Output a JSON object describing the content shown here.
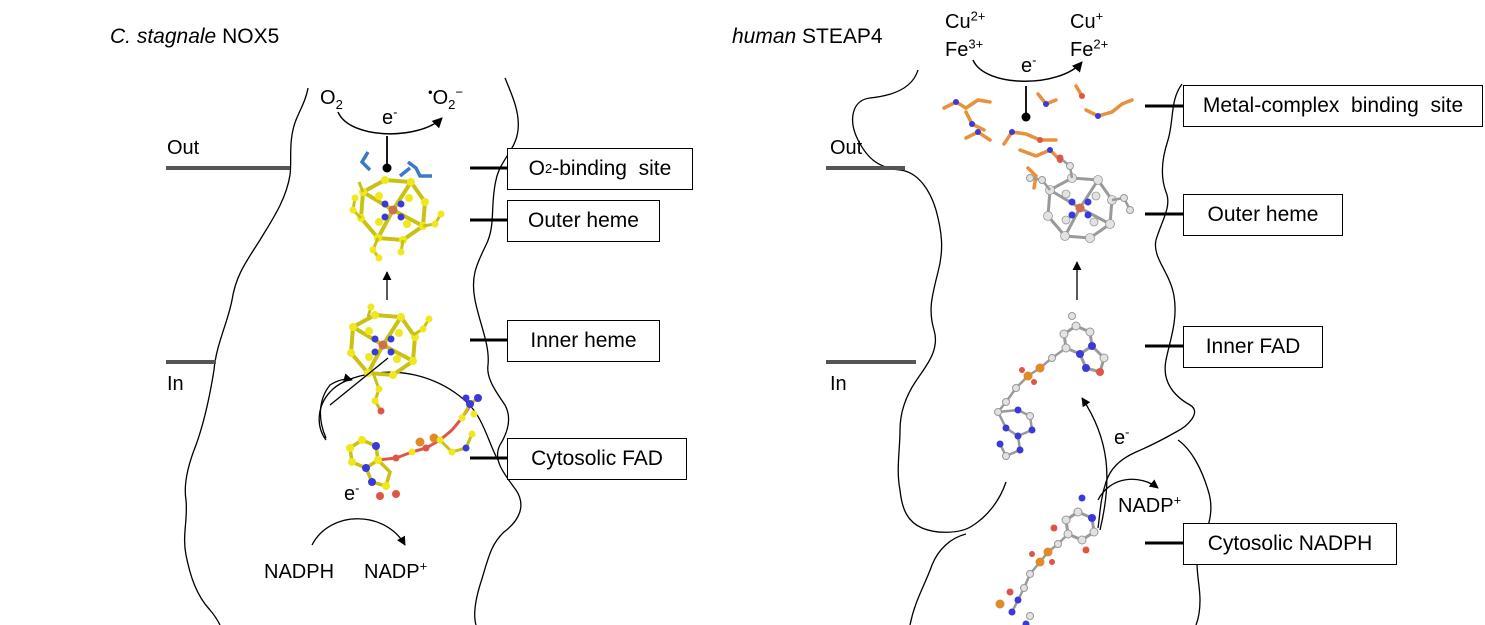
{
  "left_panel": {
    "title_italic": "C. stagnale",
    "title_rest": " NOX5",
    "membrane_out": "Out",
    "membrane_in": "In",
    "oxygen": {
      "main": "O",
      "sub": "2"
    },
    "superoxide": {
      "radical": "•",
      "main": "O",
      "sub": "2",
      "sup": "−"
    },
    "electron_top": {
      "main": "e",
      "sup": "-"
    },
    "electron_bottom": {
      "main": "e",
      "sup": "-"
    },
    "nadph": "NADPH",
    "nadp": {
      "main": "NADP",
      "sup": "+"
    },
    "labels": {
      "o2_site": {
        "pre": "O",
        "sub": "2",
        "post": "-binding  site"
      },
      "outer_heme": "Outer heme",
      "inner_heme": "Inner heme",
      "cytosolic_fad": "Cytosolic FAD"
    }
  },
  "right_panel": {
    "title_italic": "human",
    "title_rest": " STEAP4",
    "membrane_out": "Out",
    "membrane_in": "In",
    "cu2": {
      "main": "Cu",
      "sup": "2+"
    },
    "fe3": {
      "main": "Fe",
      "sup": "3+"
    },
    "cu1": {
      "main": "Cu",
      "sup": "+"
    },
    "fe2": {
      "main": "Fe",
      "sup": "2+"
    },
    "electron_top": {
      "main": "e",
      "sup": "-"
    },
    "electron_mid": {
      "main": "e",
      "sup": "-"
    },
    "nadp": {
      "main": "NADP",
      "sup": "+"
    },
    "labels": {
      "metal_site": "Metal-complex  binding  site",
      "outer_heme": "Outer heme",
      "inner_fad": "Inner FAD",
      "cytosolic_nadph": "Cytosolic NADPH"
    }
  },
  "colors": {
    "nox_carbon": "#f0e81e",
    "steap_carbon": "#d4d4d4",
    "nitrogen": "#3a3ad8",
    "oxygen_atom": "#e05545",
    "phosphorus": "#e08a2a",
    "iron": "#d0704a",
    "metal_site_residue": "#e8913a",
    "membrane_line": "#555555"
  }
}
